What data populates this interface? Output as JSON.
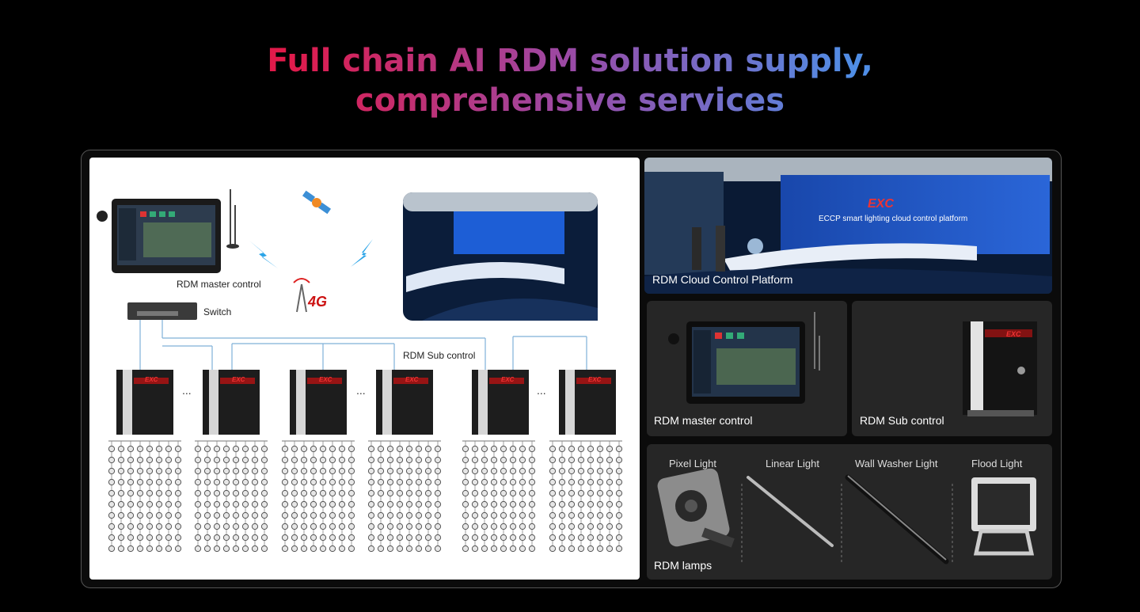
{
  "headline": {
    "line1": "Full chain AI RDM solution supply,",
    "line2": "comprehensive services"
  },
  "diagram": {
    "master_control_label": "RDM master control",
    "switch_label": "Switch",
    "sub_control_label": "RDM Sub control",
    "network_badge": "4G",
    "brand_mark": "EXC",
    "ellipsis": "..."
  },
  "panels": {
    "cloud_platform": {
      "label": "RDM Cloud Control Platform",
      "screen_brand": "EXC",
      "screen_text": "ECCP smart lighting cloud control platform"
    },
    "master_control": {
      "label": "RDM master control"
    },
    "sub_control": {
      "label": "RDM Sub control",
      "brand": "EXC"
    },
    "lamps": {
      "label": "RDM lamps",
      "items": [
        {
          "name": "Pixel Light"
        },
        {
          "name": "Linear Light"
        },
        {
          "name": "Wall Washer Light"
        },
        {
          "name": "Flood Light"
        }
      ]
    }
  }
}
